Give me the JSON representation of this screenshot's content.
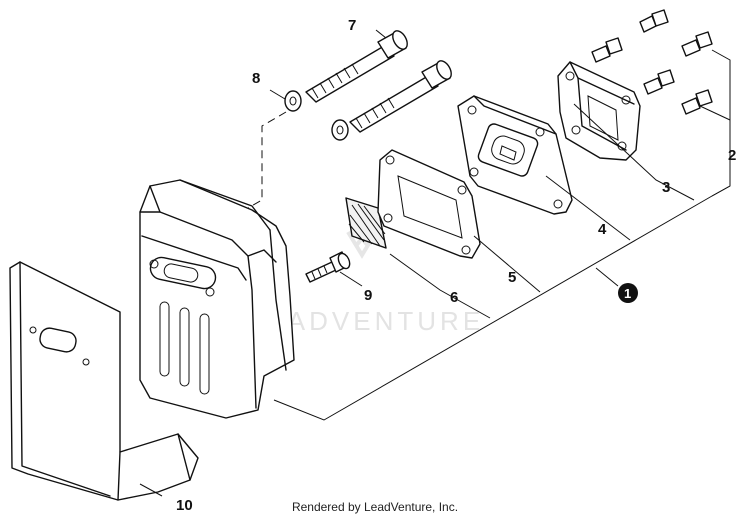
{
  "diagram": {
    "watermark": "LEADVENTURE",
    "callouts": {
      "c1": "1",
      "c2": "2",
      "c3": "3",
      "c4": "4",
      "c5": "5",
      "c6": "6",
      "c7": "7",
      "c8": "8",
      "c9": "9",
      "c10": "10"
    }
  },
  "footer": {
    "credit": "Rendered by LeadVenture, Inc."
  }
}
